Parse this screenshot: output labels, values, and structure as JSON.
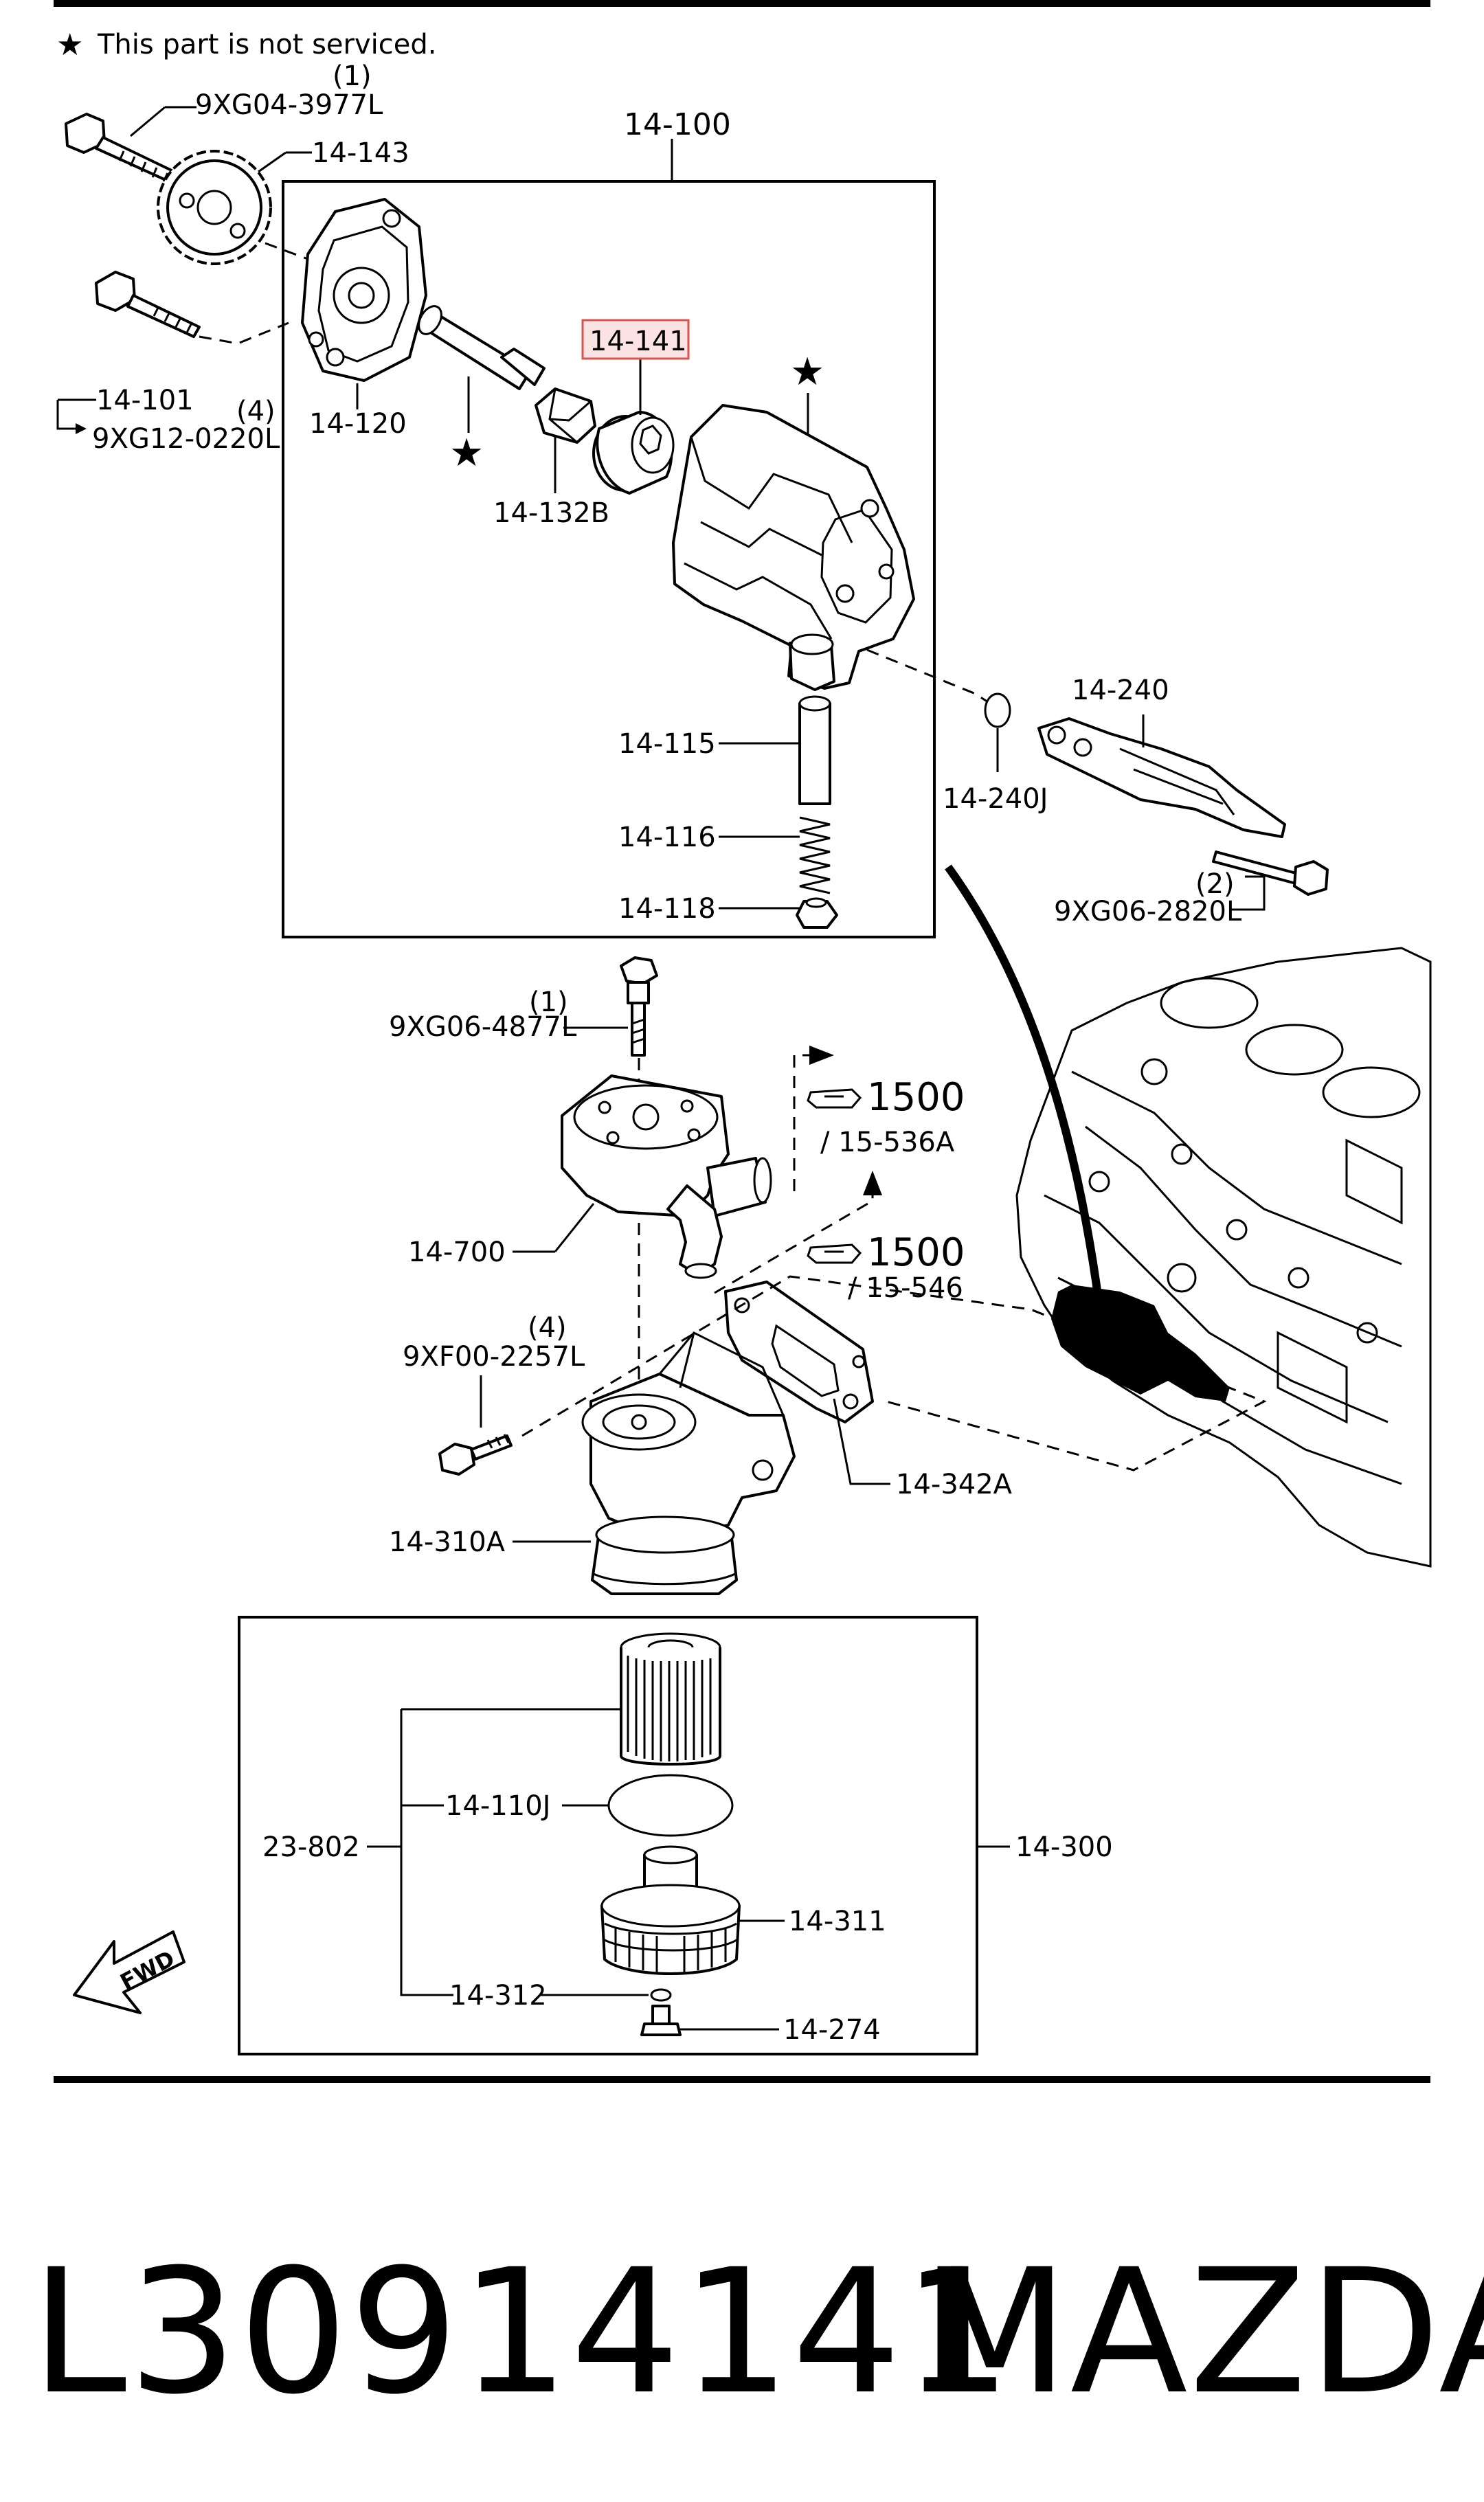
{
  "header": {
    "note_star": "★",
    "note_text": "This part is not serviced."
  },
  "labels": {
    "bolt_top_qty": "(1)",
    "bolt_top": "9XG04-3977L",
    "sprocket": "14-143",
    "pump_assy": "14-100",
    "highlight_part": "14-141",
    "shaft_star": "★",
    "body_star": "★",
    "plate": "14-120",
    "bolt_mid_ref": "14-101",
    "bolt_mid_qty": "(4)",
    "bolt_mid": "9XG12-0220L",
    "rotor": "14-132B",
    "plunger": "14-115",
    "spring": "14-116",
    "plug": "14-118",
    "strainer": "14-240",
    "oring": "14-240J",
    "bolt_strainer_qty": "(2)",
    "bolt_strainer": "9XG06-2820L",
    "bolt_cooler_qty": "(1)",
    "bolt_cooler": "9XG06-4877L",
    "ref1_num": "1500",
    "ref1_sub": "/ 15-536A",
    "ref2_num": "1500",
    "ref2_sub": "/ 15-546",
    "cooler": "14-700",
    "bolt_bracket_qty": "(4)",
    "bolt_bracket": "9XF00-2257L",
    "gasket": "14-342A",
    "bracket": "14-310A",
    "seal": "14-110J",
    "filter_kit": "23-802",
    "filter_assy": "14-300",
    "cap": "14-311",
    "small_oring": "14-312",
    "drain_plug": "14-274",
    "fwd": "FWD"
  },
  "caption": {
    "part_number": "L30914141",
    "brand": "MAZDA"
  },
  "colors": {
    "highlight_border": "#d9534f",
    "highlight_fill": "#fbe3e3",
    "ink": "#000000"
  }
}
